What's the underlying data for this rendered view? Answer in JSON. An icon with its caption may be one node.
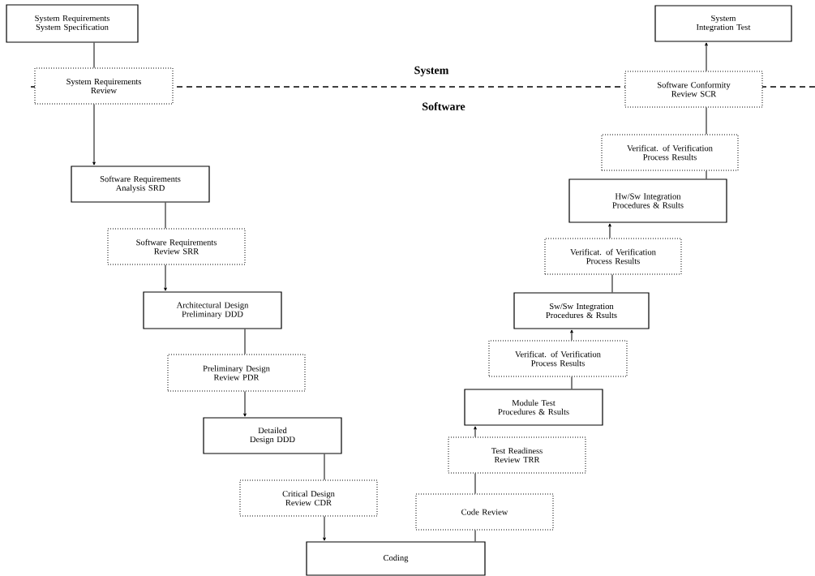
{
  "diagram": {
    "nodes": [
      {
        "text": [
          "System Requirements System Specification"
        ]
      },
      {
        "text": [
          "System Requirements Review"
        ]
      },
      {
        "text": [
          "Software Requirements Analysis SRD"
        ]
      },
      {
        "text": [
          "Software Requirements Review SRR"
        ]
      },
      {
        "text": [
          "Architectural Design Preliminary DDD"
        ]
      },
      {
        "text": [
          "Preliminary Design Review PDR"
        ]
      },
      {
        "text": [
          "Detailed Design DDD"
        ]
      },
      {
        "text": [
          "Critical Design Review CDR"
        ]
      },
      {
        "text": [
          "Coding"
        ]
      },
      {
        "text": [
          "Code Review"
        ]
      },
      {
        "text": [
          "Test Readiness Review TRR"
        ]
      },
      {
        "text": [
          "Module Test Procedures & Rsults"
        ]
      },
      {
        "text": [
          "Verificat. of Verification Process Results"
        ]
      },
      {
        "text": [
          "Sw/Sw Integration Procedures & Rsults"
        ]
      },
      {
        "text": [
          "Verificat. of Verification Process Results"
        ]
      },
      {
        "text": [
          "Hw/Sw Integration Procedures & Rsults"
        ]
      },
      {
        "text": [
          "Verificat. of Verification Process Results"
        ]
      },
      {
        "text": [
          "Software Conformity Review SCR"
        ]
      },
      {
        "text": [
          "System Integration Test"
        ]
      }
    ],
    "edges": [
      {
        "from": 0,
        "to": 1,
        "arrow": "none"
      },
      {
        "from": 1,
        "to": 2,
        "arrow": "to"
      },
      {
        "from": 2,
        "to": 3,
        "arrow": "none"
      },
      {
        "from": 3,
        "to": 4,
        "arrow": "to"
      },
      {
        "from": 4,
        "to": 5,
        "arrow": "none"
      },
      {
        "from": 5,
        "to": 6,
        "arrow": "to"
      },
      {
        "from": 6,
        "to": 7,
        "arrow": "none"
      },
      {
        "from": 7,
        "to": 8,
        "arrow": "to"
      },
      {
        "from": 8,
        "to": 9,
        "arrow": "none"
      },
      {
        "from": 9,
        "to": 10,
        "arrow": "none"
      },
      {
        "from": 10,
        "to": 11,
        "arrow": "to"
      },
      {
        "from": 11,
        "to": 12,
        "arrow": "none"
      },
      {
        "from": 12,
        "to": 13,
        "arrow": "to"
      },
      {
        "from": 13,
        "to": 14,
        "arrow": "none"
      },
      {
        "from": 14,
        "to": 15,
        "arrow": "to"
      },
      {
        "from": 15,
        "to": 16,
        "arrow": "none"
      },
      {
        "from": 16,
        "to": 17,
        "arrow": "none"
      },
      {
        "from": 17,
        "to": 18,
        "arrow": "to"
      }
    ],
    "labels": [
      "System",
      "Software"
    ]
  }
}
